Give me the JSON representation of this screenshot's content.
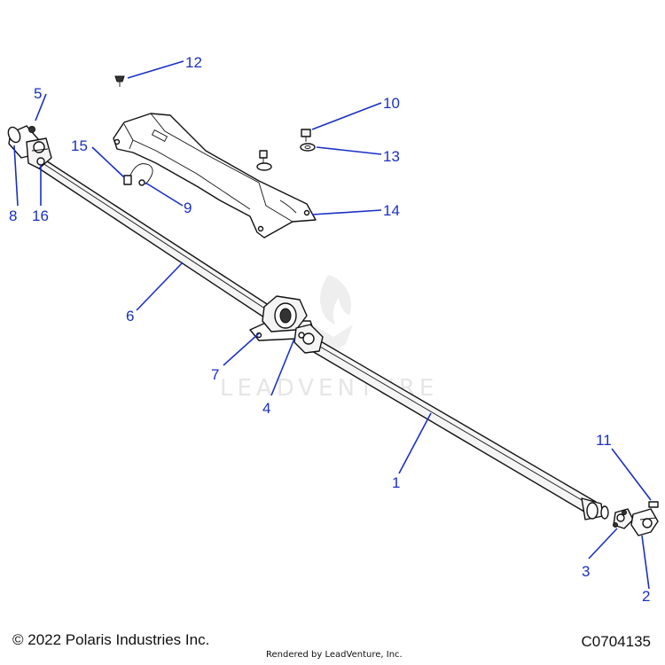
{
  "watermark": {
    "text": "LEADVENTURE"
  },
  "callouts": [
    {
      "id": "1",
      "label": "1"
    },
    {
      "id": "2",
      "label": "2"
    },
    {
      "id": "3",
      "label": "3"
    },
    {
      "id": "4",
      "label": "4"
    },
    {
      "id": "5",
      "label": "5"
    },
    {
      "id": "6",
      "label": "6"
    },
    {
      "id": "7",
      "label": "7"
    },
    {
      "id": "8",
      "label": "8"
    },
    {
      "id": "9",
      "label": "9"
    },
    {
      "id": "10",
      "label": "10"
    },
    {
      "id": "11",
      "label": "11"
    },
    {
      "id": "12",
      "label": "12"
    },
    {
      "id": "13",
      "label": "13"
    },
    {
      "id": "14",
      "label": "14"
    },
    {
      "id": "15",
      "label": "15"
    },
    {
      "id": "16",
      "label": "16"
    }
  ],
  "footer": {
    "copyright": "© 2022 Polaris Industries Inc.",
    "rendered_by": "Rendered by LeadVenture, Inc.",
    "diagram_code": "C0704135"
  }
}
